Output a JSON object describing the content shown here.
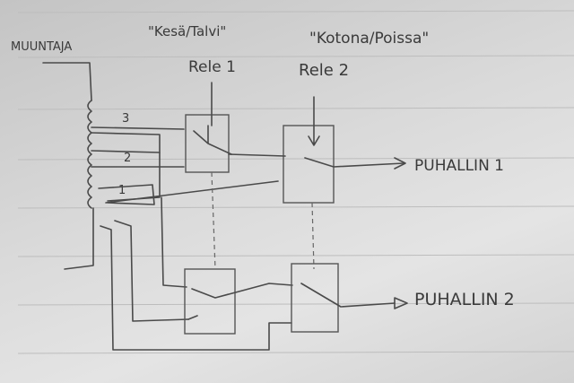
{
  "labels": {
    "transformer": "MUUNTAJA",
    "relay1_mode": "\"Kesä/Talvi\"",
    "relay1": "Rele 1",
    "relay2_mode": "\"Kotona/Poissa\"",
    "relay2": "Rele 2",
    "fan1": "PUHALLIN 1",
    "fan2": "PUHALLIN 2",
    "tap3": "3",
    "tap2": "2",
    "tap1": "1"
  }
}
